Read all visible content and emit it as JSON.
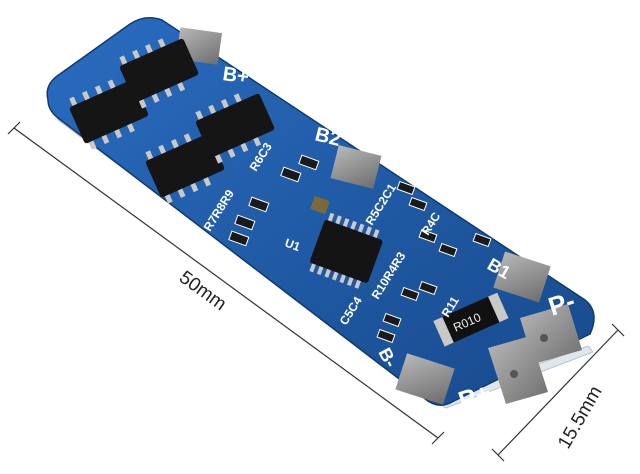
{
  "board": {
    "color": "#1f5aa6",
    "silkscreen": "#ffffff",
    "pad_color": "#8c8c8c",
    "labels": {
      "b_plus": "B+",
      "b2": "B2",
      "b1": "B1",
      "b_minus": "B-",
      "p_minus": "P-",
      "p_plus": "P+",
      "u1": "U1",
      "r6c3": "R6C3",
      "r7r8r9": "R7R8R9",
      "c5c4": "C5C4",
      "r10r4r3": "R10R4R3",
      "r11": "R11",
      "r5c2c1": "R5C2C1",
      "r4c": "R4C",
      "shunt": "R010"
    }
  },
  "dimensions": {
    "length": "50mm",
    "width": "15.5mm"
  }
}
